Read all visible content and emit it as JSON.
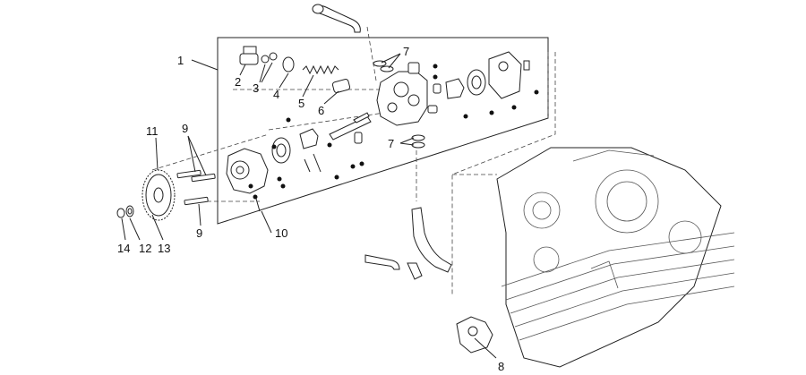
{
  "diagram": {
    "callouts": [
      {
        "id": "c1",
        "label": "1"
      },
      {
        "id": "c2",
        "label": "2"
      },
      {
        "id": "c3",
        "label": "3"
      },
      {
        "id": "c4",
        "label": "4"
      },
      {
        "id": "c5",
        "label": "5"
      },
      {
        "id": "c6",
        "label": "6"
      },
      {
        "id": "c7a",
        "label": "7"
      },
      {
        "id": "c7b",
        "label": "7"
      },
      {
        "id": "c8",
        "label": "8"
      },
      {
        "id": "c9a",
        "label": "9"
      },
      {
        "id": "c9b",
        "label": "9"
      },
      {
        "id": "c10",
        "label": "10"
      },
      {
        "id": "c11",
        "label": "11"
      },
      {
        "id": "c12",
        "label": "12"
      },
      {
        "id": "c13",
        "label": "13"
      },
      {
        "id": "c14",
        "label": "14"
      }
    ]
  }
}
